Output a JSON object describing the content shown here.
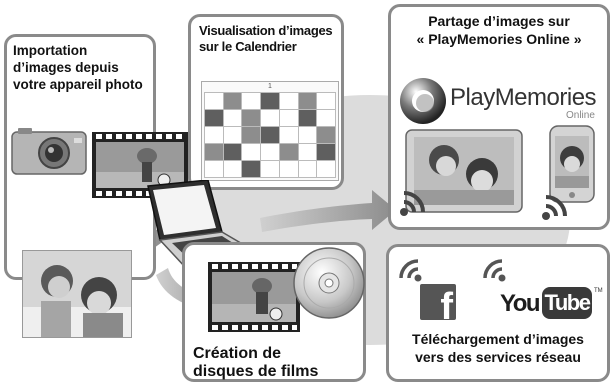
{
  "panels": {
    "import_title": [
      "Importation",
      "d’images depuis",
      "votre appareil photo"
    ],
    "calendar_title": [
      "Visualisation d’images",
      "sur le Calendrier"
    ],
    "share_title": [
      "Partage d’images sur",
      "« PlayMemories Online »"
    ],
    "upload_title": [
      "Téléchargement d’images",
      "vers des services réseau"
    ],
    "disc_title": [
      "Création de",
      "disques de films"
    ]
  },
  "logos": {
    "playmemories_name": "PlayMemories",
    "playmemories_sub": "Online",
    "youtube_you": "You",
    "youtube_tube": "Tube",
    "youtube_tm": "TM",
    "facebook_letter": "f"
  },
  "calendar": {
    "month_label": "1"
  },
  "colors": {
    "panel_border": "#8a8a8a",
    "background_ellipse": "#dcdcdc",
    "arrow": "#9a9a9a"
  },
  "icons": [
    "camera-icon",
    "laptop-icon",
    "tablet-icon",
    "smartphone-icon",
    "wifi-icon",
    "disc-icon",
    "film-strip-icon",
    "facebook-icon",
    "youtube-logo",
    "playmemories-logo"
  ]
}
